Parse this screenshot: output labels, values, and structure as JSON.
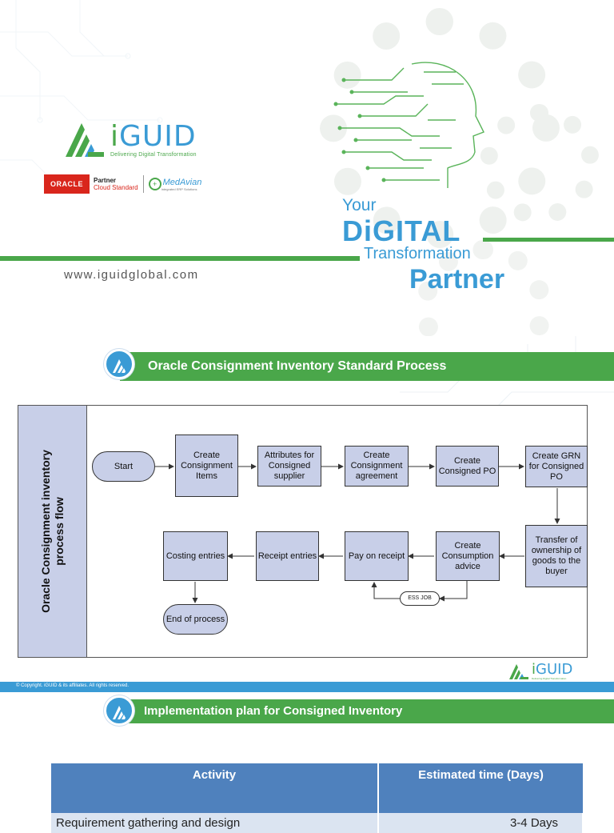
{
  "cover": {
    "brand_name_i": "i",
    "brand_name_rest": "GUID",
    "brand_tagline": "Delivering Digital Transformation",
    "oracle_badge": "ORACLE",
    "oracle_partner": "Partner",
    "oracle_level": "Cloud Standard",
    "medavian_name": "MedAvian",
    "medavian_sub": "Integrated ERP Solutions",
    "url": "www.iguidglobal.com",
    "tagline_your": "Your",
    "tagline_digital": "DiGITAL",
    "tagline_transformation": "Transformation",
    "tagline_partner": "Partner",
    "colors": {
      "green": "#4aa74a",
      "blue": "#3a9bd5"
    }
  },
  "process_slide": {
    "title": "Oracle Consignment Inventory Standard Process",
    "lane_label_line1": "Oracle Consignment inventory",
    "lane_label_line2": "process flow",
    "nodes": {
      "start": "Start",
      "create_items": "Create Consignment Items",
      "attributes": "Attributes for Consigned supplier",
      "agreement": "Create Consignment agreement",
      "consigned_po": "Create Consigned PO",
      "grn": "Create GRN for Consigned PO",
      "transfer": "Transfer of ownership of goods to the buyer",
      "consumption": "Create Consumption advice",
      "pay": "Pay on receipt",
      "receipt": "Receipt entries",
      "costing": "Costing entries",
      "end": "End of process",
      "ess": "ESS JOB"
    },
    "footer_copyright": "© Copyright. iGUID & its affiliates. All rights reserved.",
    "footer_brand_i": "i",
    "footer_brand_rest": "GUID",
    "footer_tagline": "Delivering Digital Transformation"
  },
  "plan_slide": {
    "title": "Implementation plan for Consigned Inventory",
    "columns": [
      "Activity",
      "Estimated time (Days)"
    ],
    "rows": [
      {
        "activity": "Requirement gathering and design",
        "days": "3-4 Days"
      }
    ]
  }
}
